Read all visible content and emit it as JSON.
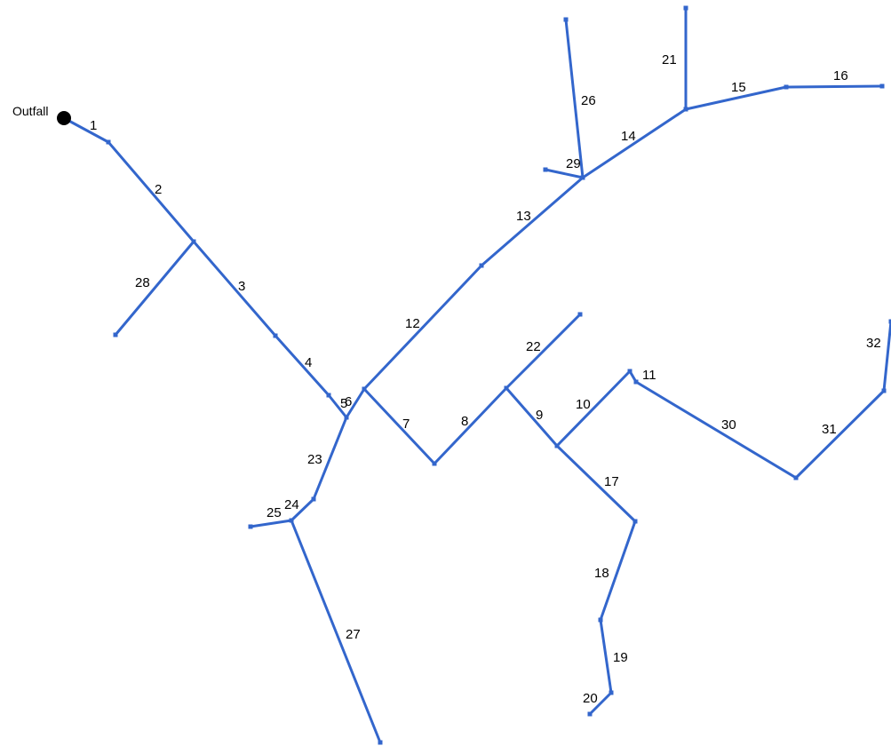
{
  "network": {
    "colors": {
      "pipe": "#3366cc",
      "node": "#3366cc",
      "outfall": "#000000"
    },
    "outfall": {
      "label": "Outfall"
    },
    "links": [
      {
        "id": "1",
        "label": "1"
      },
      {
        "id": "2",
        "label": "2"
      },
      {
        "id": "3",
        "label": "3"
      },
      {
        "id": "4",
        "label": "4"
      },
      {
        "id": "5",
        "label": "5"
      },
      {
        "id": "6",
        "label": "6"
      },
      {
        "id": "7",
        "label": "7"
      },
      {
        "id": "8",
        "label": "8"
      },
      {
        "id": "9",
        "label": "9"
      },
      {
        "id": "10",
        "label": "10"
      },
      {
        "id": "11",
        "label": "11"
      },
      {
        "id": "12",
        "label": "12"
      },
      {
        "id": "13",
        "label": "13"
      },
      {
        "id": "14",
        "label": "14"
      },
      {
        "id": "15",
        "label": "15"
      },
      {
        "id": "16",
        "label": "16"
      },
      {
        "id": "17",
        "label": "17"
      },
      {
        "id": "18",
        "label": "18"
      },
      {
        "id": "19",
        "label": "19"
      },
      {
        "id": "20",
        "label": "20"
      },
      {
        "id": "21",
        "label": "21"
      },
      {
        "id": "22",
        "label": "22"
      },
      {
        "id": "23",
        "label": "23"
      },
      {
        "id": "24",
        "label": "24"
      },
      {
        "id": "25",
        "label": "25"
      },
      {
        "id": "26",
        "label": "26"
      },
      {
        "id": "27",
        "label": "27"
      },
      {
        "id": "28",
        "label": "28"
      },
      {
        "id": "29",
        "label": "29"
      },
      {
        "id": "30",
        "label": "30"
      },
      {
        "id": "31",
        "label": "31"
      },
      {
        "id": "32",
        "label": "32"
      }
    ]
  }
}
